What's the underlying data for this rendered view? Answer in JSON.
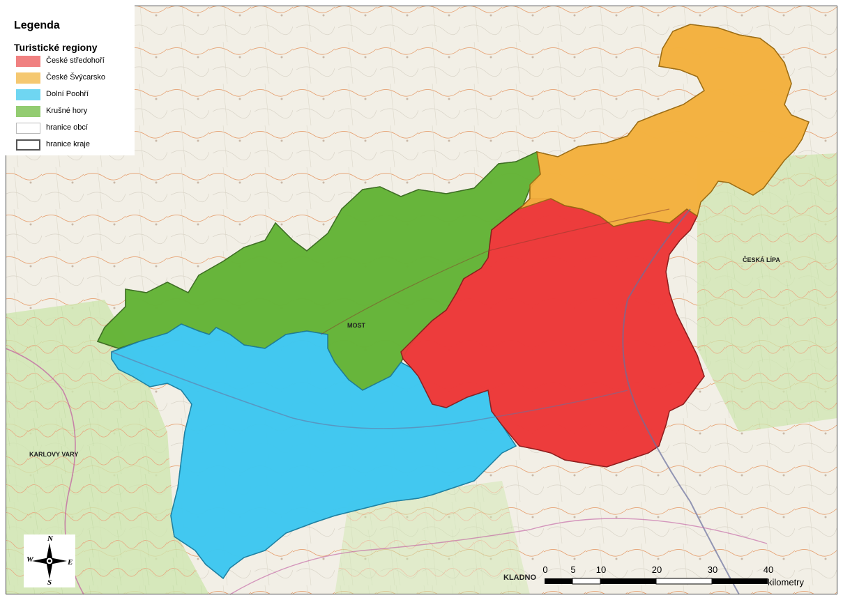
{
  "legend": {
    "title": "Legenda",
    "subtitle": "Turistické regiony",
    "items": [
      {
        "label": "České středohoří",
        "color": "#f08080",
        "type": "fill"
      },
      {
        "label": "České Švýcarsko",
        "color": "#f5c871",
        "type": "fill"
      },
      {
        "label": "Dolní Poohří",
        "color": "#6fd6f2",
        "type": "fill"
      },
      {
        "label": "Krušné hory",
        "color": "#93cc71",
        "type": "fill"
      },
      {
        "label": "hranice obcí",
        "color": "#bbbbbb",
        "type": "thin-border"
      },
      {
        "label": "hranice kraje",
        "color": "#555555",
        "type": "thick-border"
      }
    ]
  },
  "regions": {
    "stredohori": {
      "color": "#ee3b3b"
    },
    "svycarsko": {
      "color": "#f3b240"
    },
    "poohri": {
      "color": "#41c8f0"
    },
    "krusne_hory": {
      "color": "#67b53a"
    }
  },
  "compass": {
    "n": "N",
    "s": "S",
    "e": "E",
    "w": "W"
  },
  "scale": {
    "ticks": [
      "0",
      "5",
      "10",
      "20",
      "30",
      "40"
    ],
    "unit": "kilometry"
  },
  "places": {
    "most": "MOST",
    "ceska_lipa": "ČESKÁ LÍPA",
    "karlovy_vary": "KARLOVY VARY",
    "kladno": "KLADNO"
  }
}
